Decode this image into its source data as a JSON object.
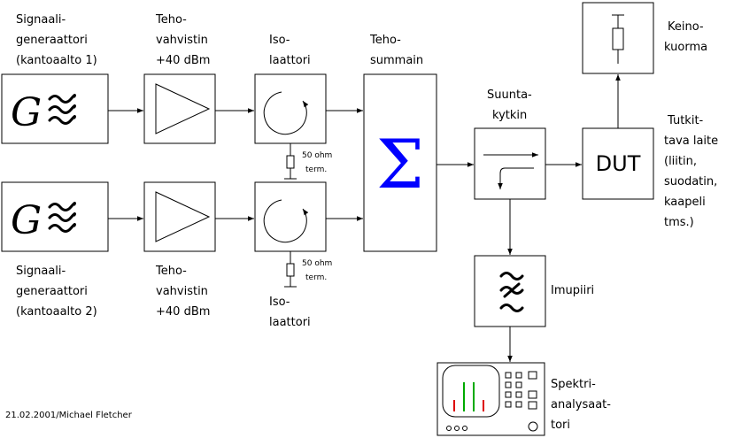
{
  "generator1": {
    "label_lines": [
      "Signaali-",
      "generaattori",
      "(kantoaalto 1)"
    ],
    "symbol": "G",
    "icon": "sine-wave-icon"
  },
  "generator2": {
    "label_lines": [
      "Signaali-",
      "generaattori",
      "(kantoaalto 2)"
    ],
    "symbol": "G",
    "icon": "sine-wave-icon"
  },
  "amplifier1": {
    "label_lines": [
      "Teho-",
      "vahvistin",
      "+40 dBm"
    ],
    "icon": "amplifier-triangle-icon"
  },
  "amplifier2": {
    "label_lines": [
      "Teho-",
      "vahvistin",
      "+40 dBm"
    ],
    "icon": "amplifier-triangle-icon"
  },
  "isolator1": {
    "label_lines": [
      "Iso-",
      "laattori"
    ],
    "icon": "circulator-icon"
  },
  "isolator2": {
    "label_lines": [
      "Iso-",
      "laattori"
    ],
    "icon": "circulator-icon"
  },
  "termination1": {
    "label_lines": [
      "50 ohm",
      "term."
    ],
    "icon": "resistor-icon"
  },
  "termination2": {
    "label_lines": [
      "50 ohm",
      "term."
    ],
    "icon": "resistor-icon"
  },
  "combiner": {
    "label_lines": [
      "Teho-",
      "summain"
    ],
    "symbol": "Σ",
    "sigma_color": "#0000ff"
  },
  "coupler": {
    "label_lines": [
      "Suunta-",
      "kytkin"
    ],
    "icon": "directional-coupler-icon"
  },
  "dut": {
    "text": "DUT",
    "label_lines": [
      "Tutkit-",
      "tava laite",
      "(liitin,",
      "suodatin,",
      "kaapeli",
      "tms.)"
    ]
  },
  "load": {
    "label_lines": [
      "Keino-",
      "kuorma"
    ],
    "icon": "resistor-icon"
  },
  "filter": {
    "label_lines": [
      "Imupiiri"
    ],
    "icon": "notch-filter-icon"
  },
  "analyzer": {
    "label_lines": [
      "Spektri-",
      "analysaat-",
      "tori"
    ],
    "icon": "spectrum-analyzer-icon",
    "trace_colors": {
      "carrier": "#00aa00",
      "intermod": "#dd0000"
    }
  },
  "footer": {
    "credit": "21.02.2001/Michael Fletcher"
  }
}
